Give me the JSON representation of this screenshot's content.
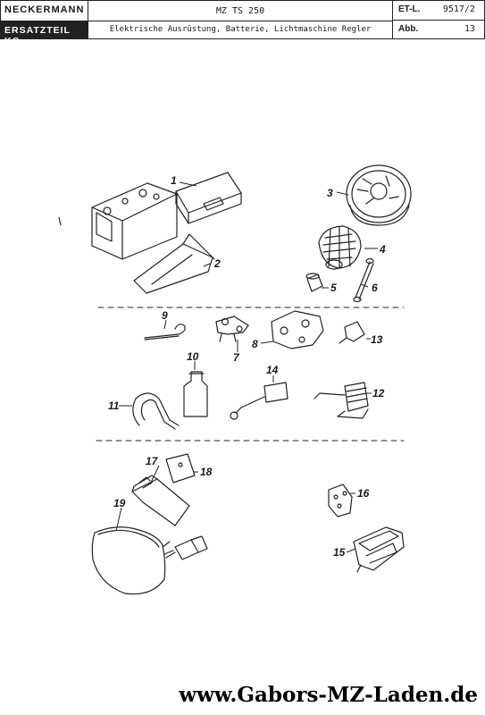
{
  "header": {
    "brand_top": "NECKERMANN",
    "brand_bottom": "ERSATZTEIL KG",
    "model": "MZ TS 250",
    "subtitle": "Elektrische Ausrüstung, Batterie, Lichtmaschine Regler",
    "et_label": "ET-L.",
    "et_value": "9517/2",
    "abb_label": "Abb.",
    "abb_value": "13"
  },
  "callouts": [
    "1",
    "2",
    "3",
    "4",
    "5",
    "6",
    "7",
    "8",
    "9",
    "10",
    "11",
    "12",
    "13",
    "14",
    "15",
    "16",
    "17",
    "18",
    "19"
  ],
  "footer": {
    "website": "www.Gabors-MZ-Laden.de"
  }
}
